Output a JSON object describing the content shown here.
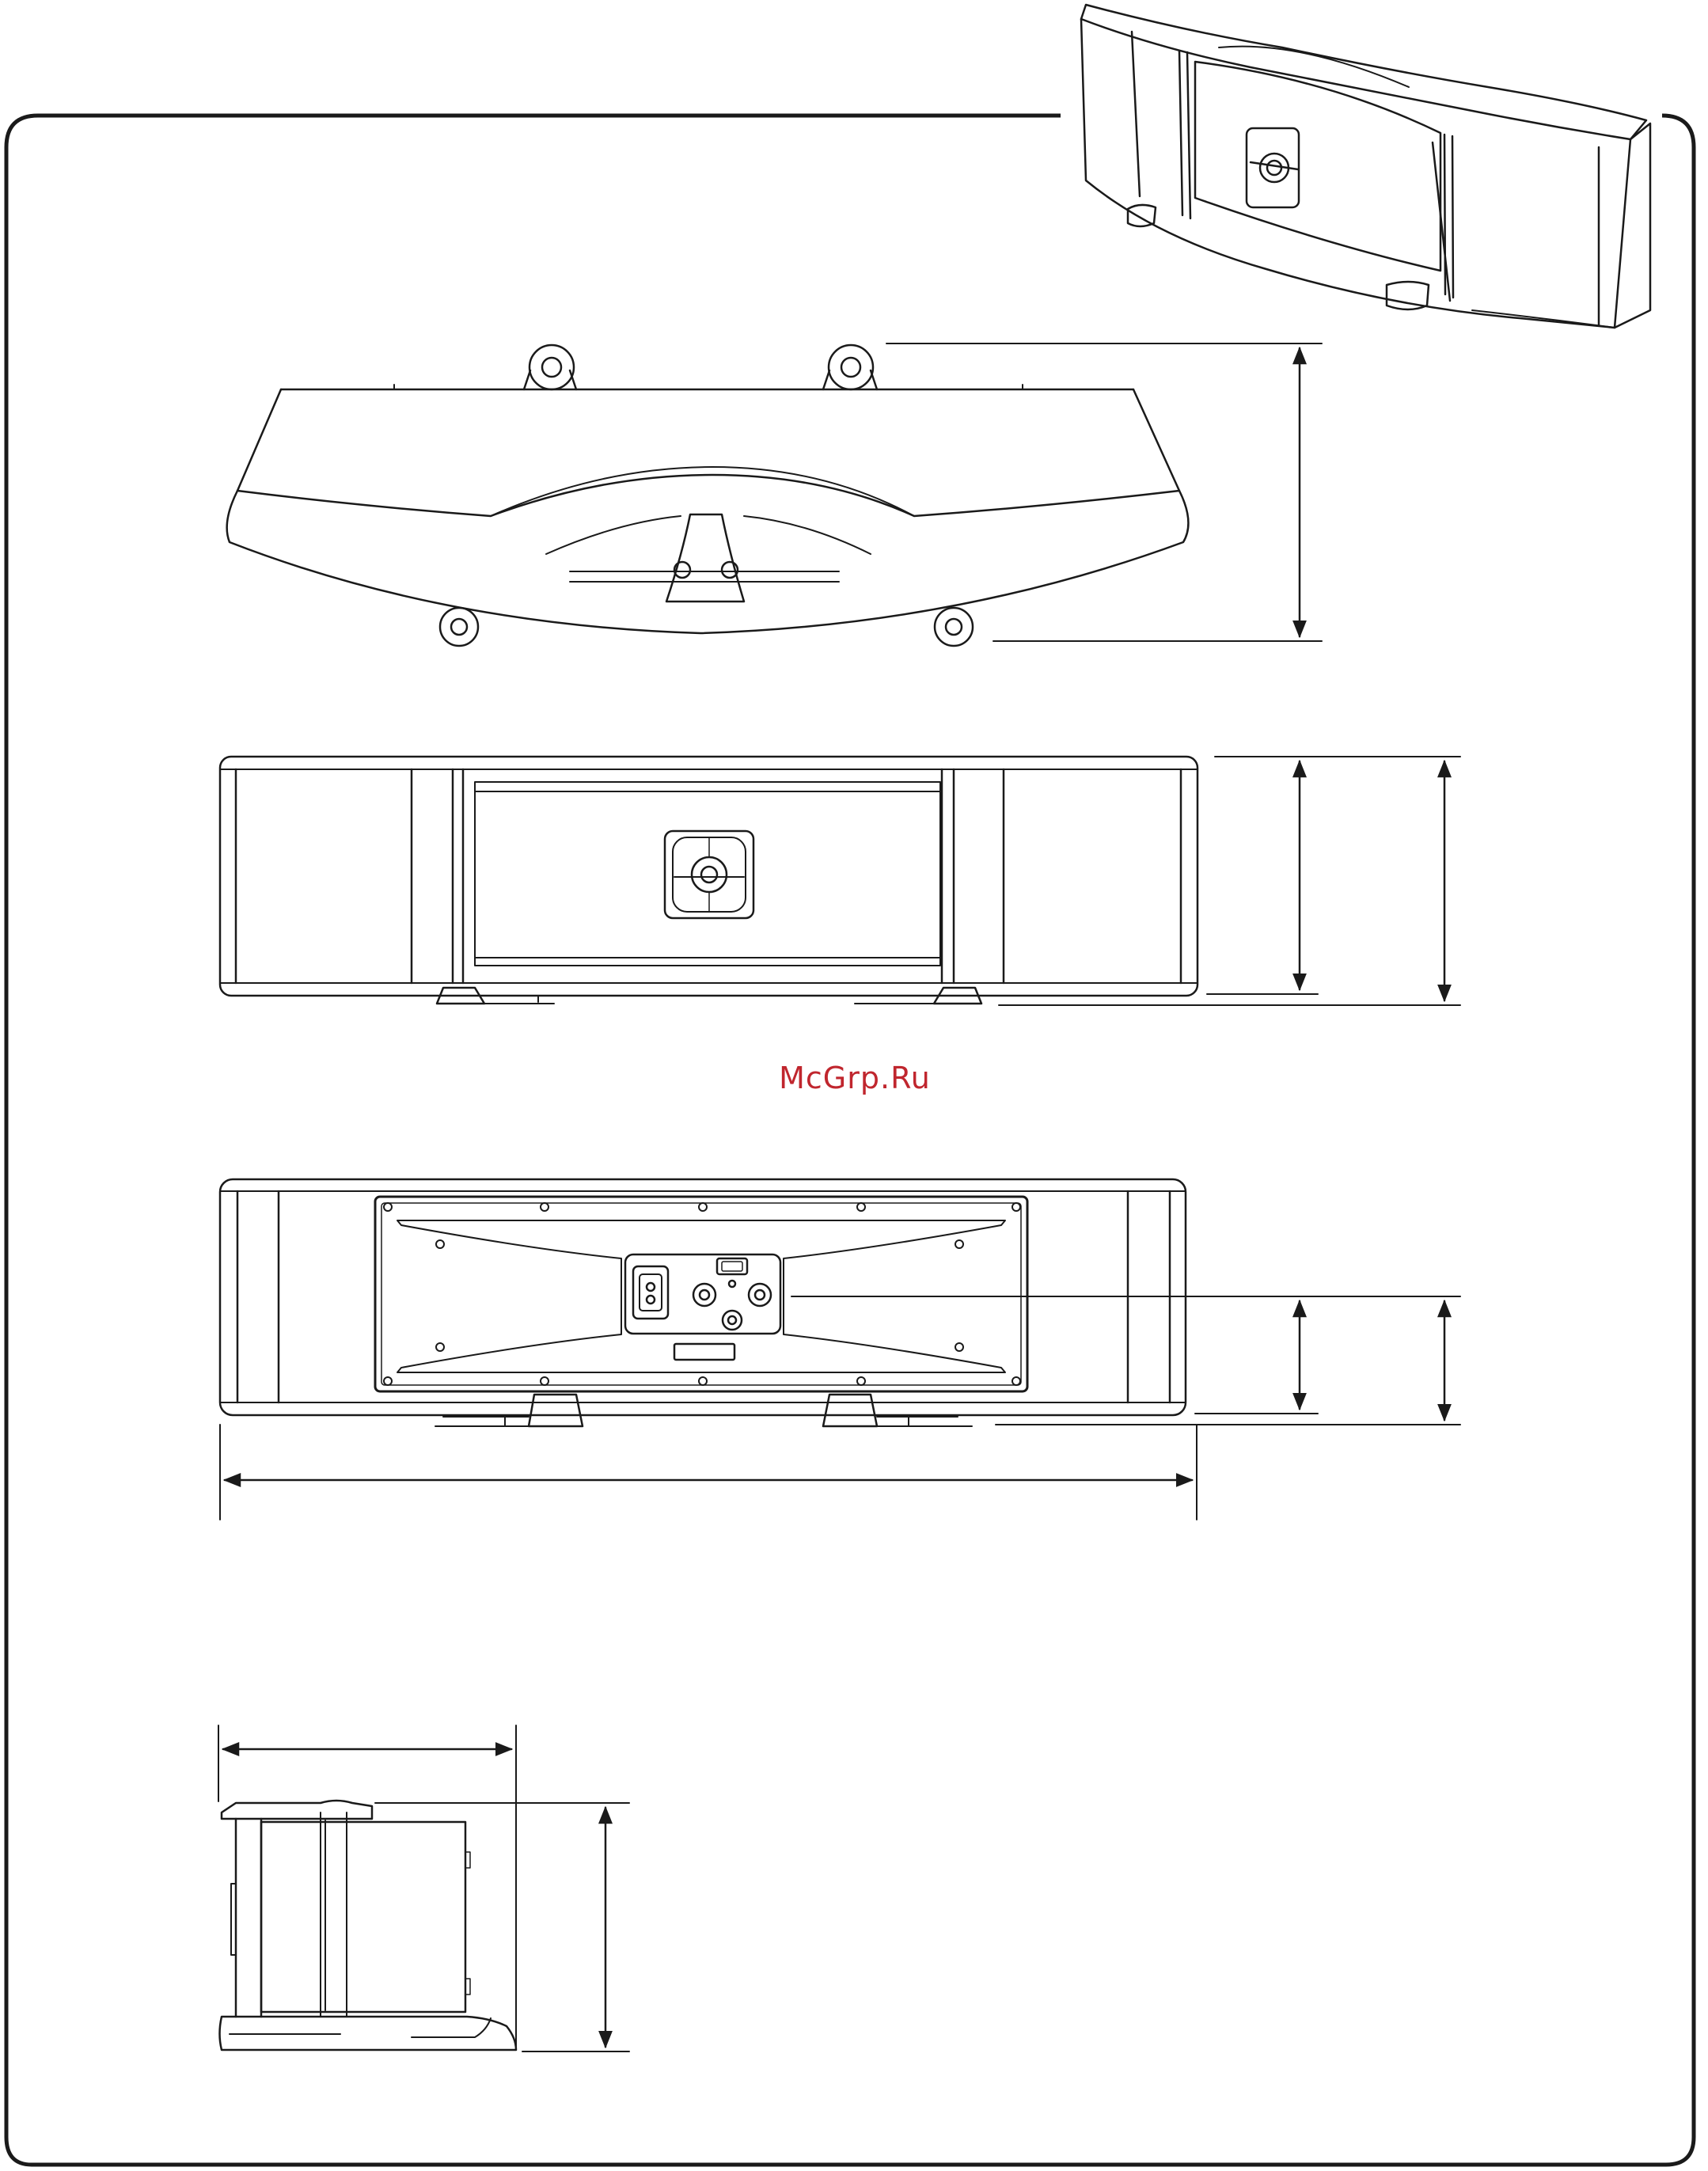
{
  "watermark": {
    "text": "McGrp.Ru",
    "color": "#c0262e"
  },
  "colors": {
    "line": "#1a1a1a",
    "background": "#ffffff",
    "frame": "#1a1a1a"
  },
  "views": [
    {
      "id": "perspective-view"
    },
    {
      "id": "top-view"
    },
    {
      "id": "front-view"
    },
    {
      "id": "rear-view"
    },
    {
      "id": "side-view"
    }
  ],
  "icons": {
    "tweeter": "tweeter-icon",
    "power_inlet": "power-inlet-icon",
    "binding_posts": "binding-post-icon",
    "dimension_arrow": "dimension-arrow-icon"
  }
}
